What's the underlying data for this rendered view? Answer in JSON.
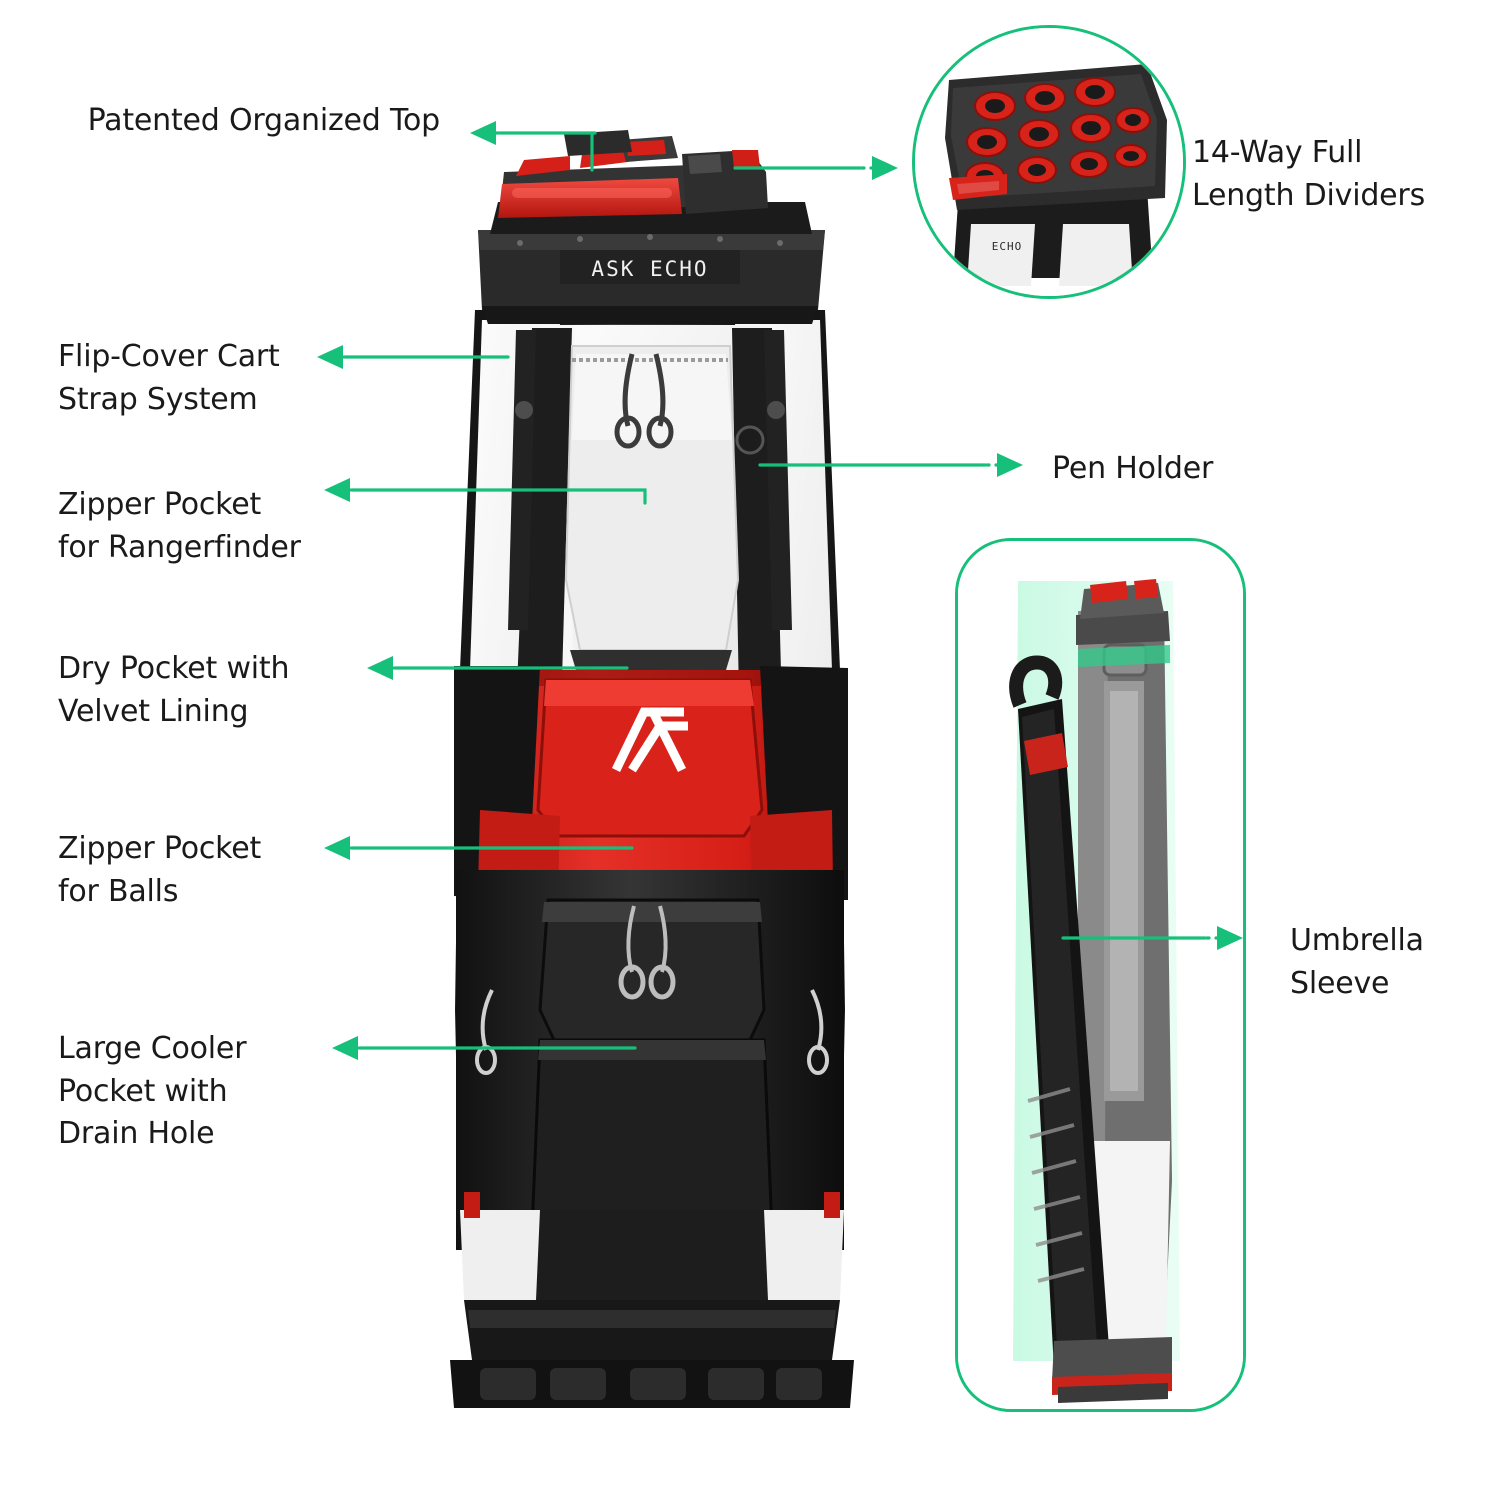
{
  "page": {
    "background": "#ffffff",
    "accent_green": "#17c07a",
    "text_color": "#1a1a1a",
    "bag_red": "#e02a23",
    "bag_black": "#2b2b2b",
    "bag_white": "#f2f2f2"
  },
  "brand": {
    "wordmark": "ASK  ECHO",
    "inset_wordmark": "ECHO"
  },
  "callouts": {
    "left": [
      {
        "id": "patented-organized-top",
        "text": "Patented Organized Top"
      },
      {
        "id": "flip-cover-cart-strap-system",
        "text": "Flip-Cover Cart\nStrap System"
      },
      {
        "id": "zipper-pocket-for-rangerfinder",
        "text": "Zipper Pocket\nfor Rangerfinder"
      },
      {
        "id": "dry-pocket-with-velvet-lining",
        "text": "Dry Pocket with\nVelvet Lining"
      },
      {
        "id": "zipper-pocket-for-balls",
        "text": "Zipper Pocket\nfor Balls"
      },
      {
        "id": "large-cooler-pocket-with-drain-hole",
        "text": "Large Cooler\nPocket with\nDrain Hole"
      }
    ],
    "right": [
      {
        "id": "14-way-full-length-dividers",
        "text": "14-Way Full\nLength Dividers"
      },
      {
        "id": "pen-holder",
        "text": "Pen Holder"
      },
      {
        "id": "umbrella-sleeve",
        "text": "Umbrella\nSleeve"
      }
    ]
  },
  "insets": [
    {
      "id": "top-dividers-inset",
      "shape": "circle"
    },
    {
      "id": "side-view-inset",
      "shape": "rounded-rect"
    }
  ]
}
